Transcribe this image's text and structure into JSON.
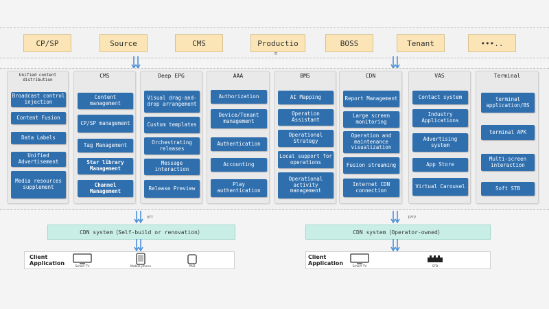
{
  "sources": [
    "CP/SP",
    "Source",
    "CMS",
    "Productio",
    "BOSS",
    "Tenant",
    "•••.."
  ],
  "production_suffix": "n",
  "columns": [
    {
      "title": "Unified content distribution",
      "items": [
        "Broadcast control injection",
        "Content Fusion",
        "Data Labels",
        "Unified Advertisement",
        "Media resources supplement"
      ]
    },
    {
      "title": "CMS",
      "items": [
        "Content management",
        "CP/SP management",
        "Tag Management",
        "Star library Management",
        "Channel Management"
      ]
    },
    {
      "title": "Deep EPG",
      "items": [
        "Visual drag-and-drop arrangement",
        "Custom templates",
        "Orchestrating releases",
        "Message interaction",
        "Release Preview"
      ]
    },
    {
      "title": "AAA",
      "items": [
        "Authorization",
        "Device/Tenant management",
        "Authentication",
        "Accounting",
        "Play authentication"
      ]
    },
    {
      "title": "BMS",
      "items": [
        "AI Mapping",
        "Operation Assistant",
        "Operational Strategy",
        "Local support for operations",
        "Operational activity management"
      ]
    },
    {
      "title": "CDN",
      "items": [
        "Report Management",
        "Large screen monitoring",
        "Operation and maintenance visualization",
        "Fusion streaming",
        "Internet CDN connection"
      ]
    },
    {
      "title": "VAS",
      "items": [
        "Contact system",
        "Industry Applications",
        "Advertising system",
        "App Store",
        "Virtual Carousel"
      ]
    },
    {
      "title": "Terminal",
      "items": [
        "terminal application/BS",
        "terminal APK",
        "Multi-screen interaction",
        "Soft STB"
      ]
    }
  ],
  "cdn_left": {
    "label": "CDN system（Self-build or renovation）",
    "tag": "OTT"
  },
  "cdn_right": {
    "label": "CDN system（Operator-owned）",
    "tag": "IPTV"
  },
  "client_left": {
    "title_line1": "Client",
    "title_line2": "Application",
    "devices": [
      "Smart TV",
      "Mobile phone",
      "PAD"
    ]
  },
  "client_right": {
    "title_line1": "Client",
    "title_line2": "Application",
    "devices": [
      "Smart TV",
      "STB"
    ]
  },
  "colors": {
    "source_fill": "#fbe5b6",
    "item_fill": "#2f6fae",
    "cdn_fill": "#c8eee6",
    "arrow": "#4a90d9"
  }
}
